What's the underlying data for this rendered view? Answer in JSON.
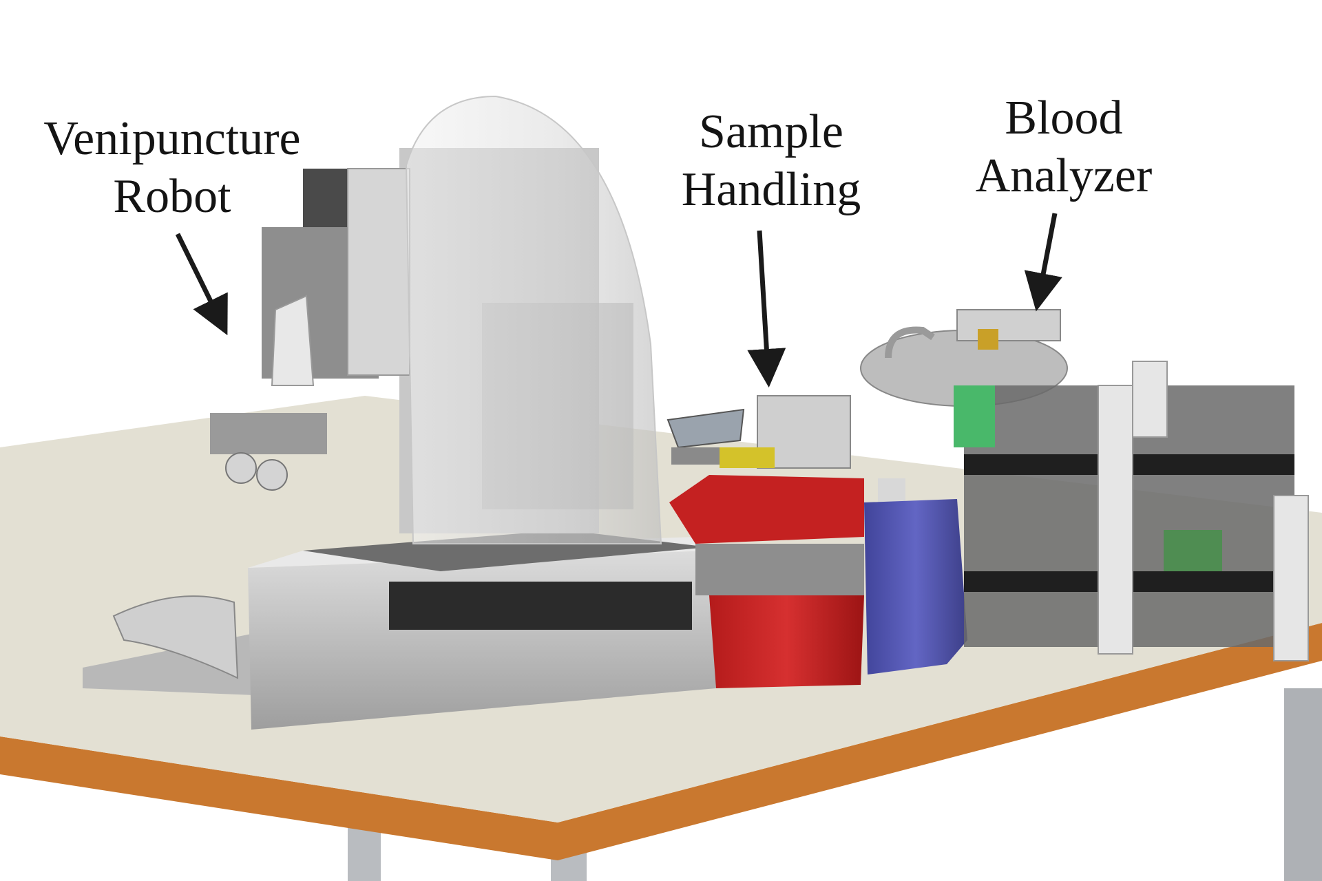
{
  "labels": {
    "venipuncture": {
      "line1": "Venipuncture",
      "line2": "Robot"
    },
    "sample_handling": {
      "line1": "Sample",
      "line2": "Handling"
    },
    "blood_analyzer": {
      "line1": "Blood",
      "line2": "Analyzer"
    }
  },
  "colors": {
    "table_top": "#e3e0d3",
    "table_edge": "#c9782f",
    "legs": "#b9bcc0",
    "red_bin": "#c42121",
    "blue_bottle": "#3c3fa3",
    "arrow": "#1a1a1a"
  }
}
